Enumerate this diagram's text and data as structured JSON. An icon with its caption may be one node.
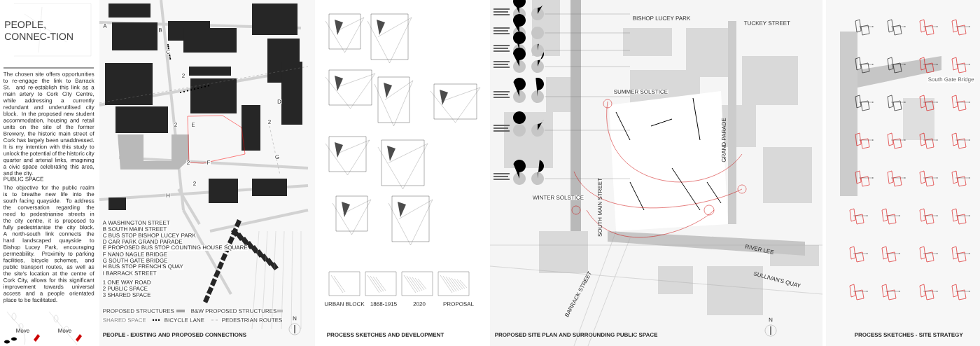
{
  "diagram": {
    "title": "PEOPLE, CONNEC-TION",
    "labels": [
      "The chosen site offers opportunities to re-engage the link to Barrack St. and re-establish this link as a main artery to Cork City Centre, while addressing a currently redundant and underutilised city block. In the proposed new student accommodation, housing and retail units on the site of the former Brewery, the historic main street of Cork has largely been unaddressed. It is my intention with this study to unlock the potential of the historic city quarter and arterial links, imagining a civic space celebrating this area, and the city.",
      "PUBLIC SPACE",
      "The objective for the public realm is to breathe new life into the south facing quayside. To address the conversation regarding the need to pedestrianise streets in the city centre, it is proposed to fully pedestrianise the city block. A north-south link connects the hard landscaped quayside to Bishop Lucey Park, encouraging permeability. Proximity to parking facilities, bicycle schemes, and public transport routes, as well as the site's location at the centre of Cork City, allows for this significant improvement towards universal access and a people orientated place to be facilitated.",
      "Move",
      "Move",
      "A",
      "B",
      "C",
      "D",
      "E",
      "F",
      "G",
      "H",
      "2",
      "2",
      "2",
      "2",
      "2",
      "A WASHINGTON STREET",
      "B SOUTH MAIN STREET",
      "C BUS STOP BISHOP LUCEY PARK",
      "D CAR PARK GRAND PARADE",
      "E PROPOSED BUS STOP COUNTING HOUSE SQUARE",
      "F NANO NAGLE BRIDGE",
      "G SOUTH GATE BRIDGE",
      "H BUS STOP FRENCH'S QUAY",
      "I BARRACK STREET",
      "1 ONE WAY ROAD",
      "2 PUBLIC SPACE",
      "3 SHARED SPACE",
      "PEOPLE - EXISTING AND PROPOSED CONNECTIONS",
      "N",
      "URBAN BLOCK",
      "1868-1915",
      "2020",
      "PROPOSAL",
      "PROCESS SKETCHES AND DEVELOPMENT",
      "BISHOP LUCEY PARK",
      "TUCKEY STREET",
      "GRAND PARADE",
      "SOUTH MAIN STREET",
      "RIVER LEE",
      "SULLIVAN'S QUAY",
      "BARRACK STREET",
      "SUMMER SOLSTICE",
      "WINTER SOLSTICE",
      "N",
      "PROPOSED SITE PLAN AND SURROUNDING PUBLIC SPACE",
      "South Gate Bridge",
      "PROCESS SKETCHES - SITE STRATEGY"
    ],
    "legend": [
      {
        "text": "PROPOSED STRUCTURES",
        "color": "#a0a0a0"
      },
      {
        "text": "B&W PROPOSED STRUCTURES",
        "color": "#bdbdbd"
      },
      {
        "text": "SHARED SPACE"
      },
      {
        "text": "BICYCLE LANE"
      },
      {
        "text": "PEDESTRIAN ROUTES"
      }
    ]
  }
}
